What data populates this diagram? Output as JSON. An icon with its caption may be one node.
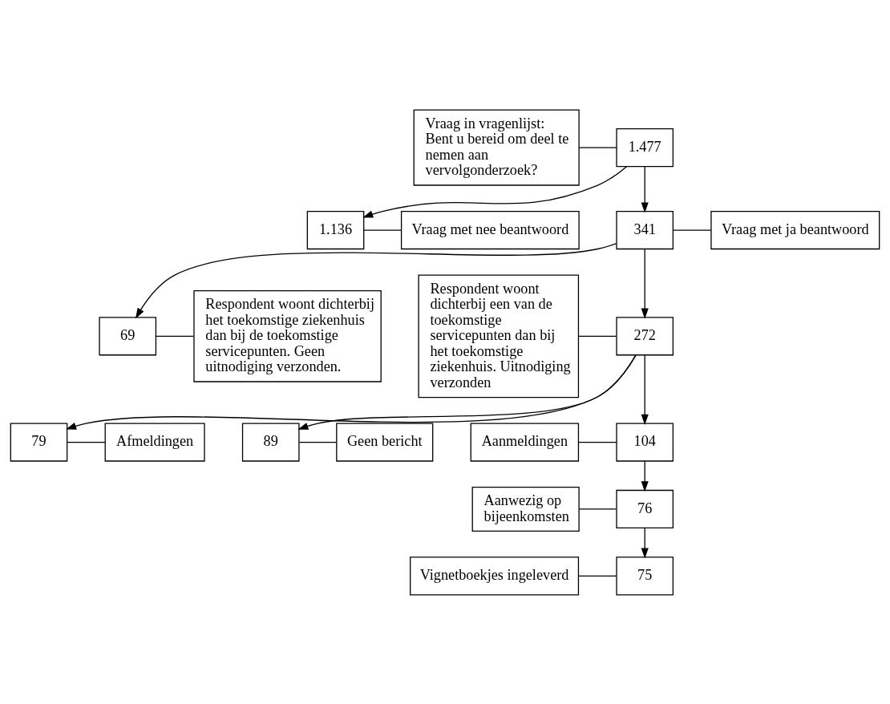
{
  "diagram": {
    "nodes": [
      {
        "text": [
          "Vraag in vragenlijst: Bent u bereid om deel te nemen aan vervolgonderzoek?"
        ]
      },
      {
        "text": [
          "1.477"
        ]
      },
      {
        "text": [
          "1.136"
        ]
      },
      {
        "text": [
          "Vraag met nee beantwoord"
        ]
      },
      {
        "text": [
          "341"
        ]
      },
      {
        "text": [
          "Vraag met ja beantwoord"
        ]
      },
      {
        "text": [
          "Respondent woont dichterbij een van de toekomstige servicepunten dan bij het toekomstige ziekenhuis. Uitnodiging verzonden"
        ]
      },
      {
        "text": [
          "272"
        ]
      },
      {
        "text": [
          "69"
        ]
      },
      {
        "text": [
          "Respondent woont dichterbij het toekomstige ziekenhuis dan bij de toekomstige servicepunten. Geen uitnodiging verzonden."
        ]
      },
      {
        "text": [
          "79"
        ]
      },
      {
        "text": [
          "Afmeldingen"
        ]
      },
      {
        "text": [
          "89"
        ]
      },
      {
        "text": [
          "Geen bericht"
        ]
      },
      {
        "text": [
          "Aanmeldingen"
        ]
      },
      {
        "text": [
          "104"
        ]
      },
      {
        "text": [
          "Aanwezig op bijeenkomsten"
        ]
      },
      {
        "text": [
          "76"
        ]
      },
      {
        "text": [
          "Vignetboekjes ingeleverd"
        ]
      },
      {
        "text": [
          "75"
        ]
      }
    ],
    "edges": [
      {
        "from": 0,
        "to": 1,
        "arrow": "none"
      },
      {
        "from": 1,
        "to": 2,
        "arrow": "to"
      },
      {
        "from": 2,
        "to": 3,
        "arrow": "none"
      },
      {
        "from": 1,
        "to": 4,
        "arrow": "to"
      },
      {
        "from": 4,
        "to": 5,
        "arrow": "none"
      },
      {
        "from": 4,
        "to": 8,
        "arrow": "to"
      },
      {
        "from": 8,
        "to": 9,
        "arrow": "none"
      },
      {
        "from": 6,
        "to": 7,
        "arrow": "none"
      },
      {
        "from": 4,
        "to": 7,
        "arrow": "to"
      },
      {
        "from": 7,
        "to": 10,
        "arrow": "to"
      },
      {
        "from": 10,
        "to": 11,
        "arrow": "none"
      },
      {
        "from": 7,
        "to": 12,
        "arrow": "to"
      },
      {
        "from": 12,
        "to": 13,
        "arrow": "none"
      },
      {
        "from": 14,
        "to": 15,
        "arrow": "none"
      },
      {
        "from": 7,
        "to": 15,
        "arrow": "to"
      },
      {
        "from": 16,
        "to": 17,
        "arrow": "none"
      },
      {
        "from": 15,
        "to": 17,
        "arrow": "to"
      },
      {
        "from": 18,
        "to": 19,
        "arrow": "none"
      },
      {
        "from": 17,
        "to": 19,
        "arrow": "to"
      }
    ]
  }
}
